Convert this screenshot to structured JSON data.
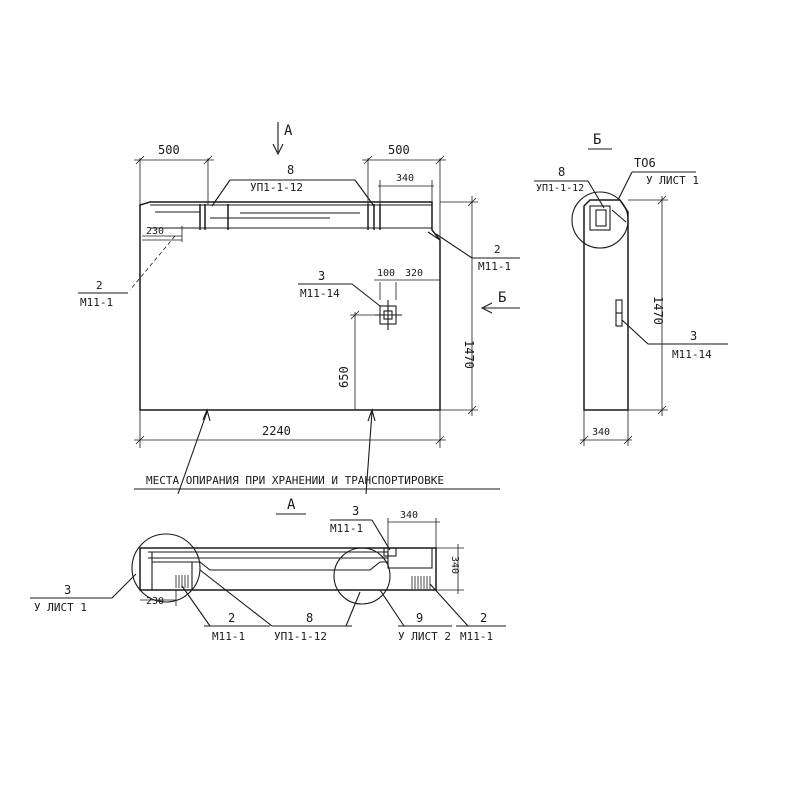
{
  "main_view": {
    "dim_left": "500",
    "dim_right": "500",
    "dim_340": "340",
    "dim_230": "230",
    "dim_100": "100",
    "dim_320": "320",
    "dim_650": "650",
    "dim_1470": "1470",
    "dim_2240": "2240",
    "section_arrow_a": "А",
    "section_arrow_b": "Б",
    "callout_8_num": "8",
    "callout_8_ref": "УП1-1-12",
    "callout_2_num": "2",
    "callout_2_ref": "М11-1",
    "callout_2r_num": "2",
    "callout_2r_ref": "М11-1",
    "callout_3_num": "3",
    "callout_3_ref": "М11-14"
  },
  "support_note": "МЕСТА ОПИРАНИЯ ПРИ ХРАНЕНИИ И ТРАНСПОРТИРОВКЕ",
  "view_b": {
    "title": "Б",
    "callout_8_num": "8",
    "callout_8_ref": "УП1-1-12",
    "callout_6_num": "ТО6",
    "callout_6_ref": "У ЛИСТ 1",
    "dim_1470": "1470",
    "dim_340": "340",
    "callout_3_num": "3",
    "callout_3_ref": "М11-14"
  },
  "view_a": {
    "title": "А",
    "callout_3_num": "3",
    "callout_3_ref": "М11-1",
    "dim_340": "340",
    "dim_340v": "340",
    "dim_230": "230",
    "left_num": "3",
    "left_ref": "У ЛИСТ 1",
    "c2_num": "2",
    "c2_ref": "М11-1",
    "c8_num": "8",
    "c8_ref": "УП1-1-12",
    "c9_num": "9",
    "c9_ref": "У ЛИСТ 2",
    "c2r_num": "2",
    "c2r_ref": "М11-1"
  }
}
